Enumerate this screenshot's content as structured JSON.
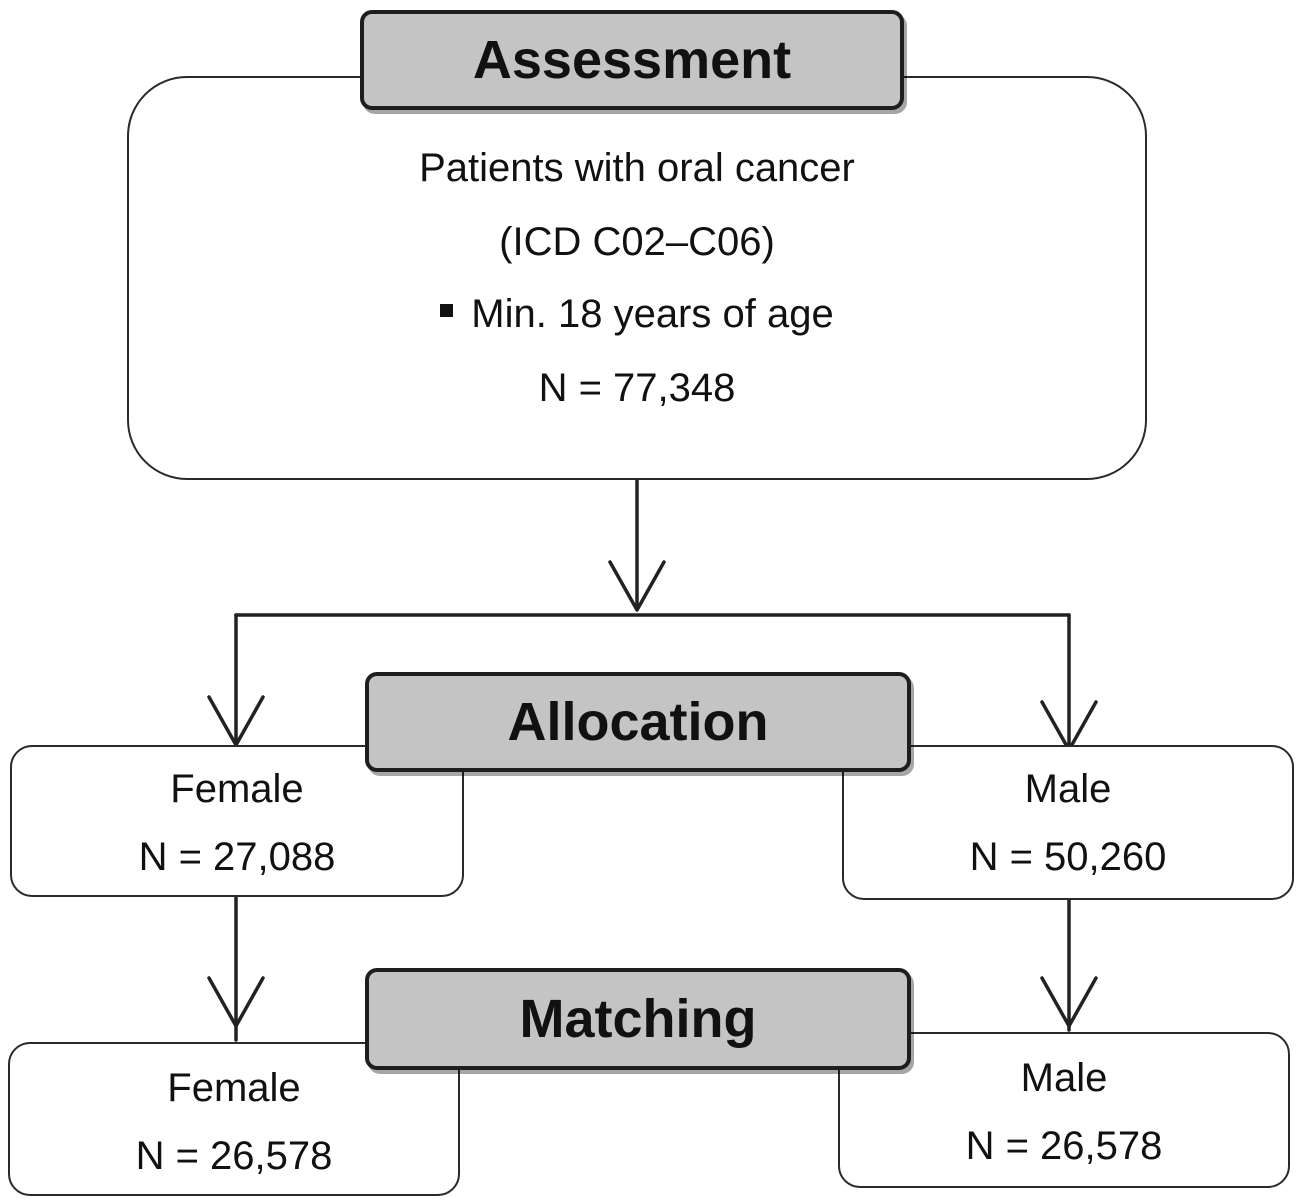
{
  "assessment": {
    "header": "Assessment",
    "lines": [
      "Patients with oral cancer",
      "(ICD C02–C06)",
      "Min. 18 years of age",
      "N = 77,348"
    ]
  },
  "allocation": {
    "header": "Allocation",
    "female": {
      "label": "Female",
      "n": "N = 27,088"
    },
    "male": {
      "label": "Male",
      "n": "N = 50,260"
    }
  },
  "matching": {
    "header": "Matching",
    "female": {
      "label": "Female",
      "n": "N = 26,578"
    },
    "male": {
      "label": "Male",
      "n": "N = 26,578"
    }
  },
  "colors": {
    "header_fill": "#c4c4c4",
    "border": "#2a2a2a"
  }
}
